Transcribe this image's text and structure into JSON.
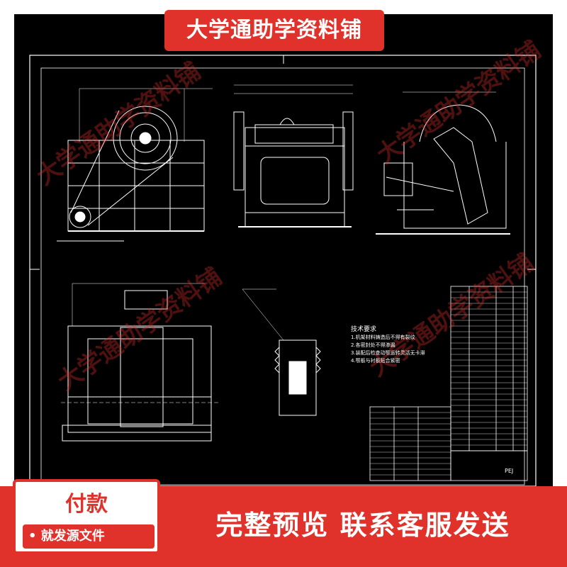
{
  "banner": {
    "title": "大学通助学资料铺"
  },
  "watermark": {
    "text": "大学通助学资料铺"
  },
  "payment": {
    "title": "付款",
    "subtitle": "• 就发源文件"
  },
  "footer": {
    "text": "完整预览  联系客服发送"
  },
  "drawing": {
    "background": "#000000",
    "line_color": "#ffffff",
    "notes_title": "技术要求",
    "notes": [
      "1.机架材料铸造后不得有裂纹",
      "2.各密封处不得渗漏",
      "3.装配后检查动颚运转灵活无卡滞",
      "4.颚板与衬板贴合紧密"
    ],
    "sheet_code": "PEJ"
  },
  "colors": {
    "accent": "#e0322b",
    "text_light": "#ffffff"
  }
}
